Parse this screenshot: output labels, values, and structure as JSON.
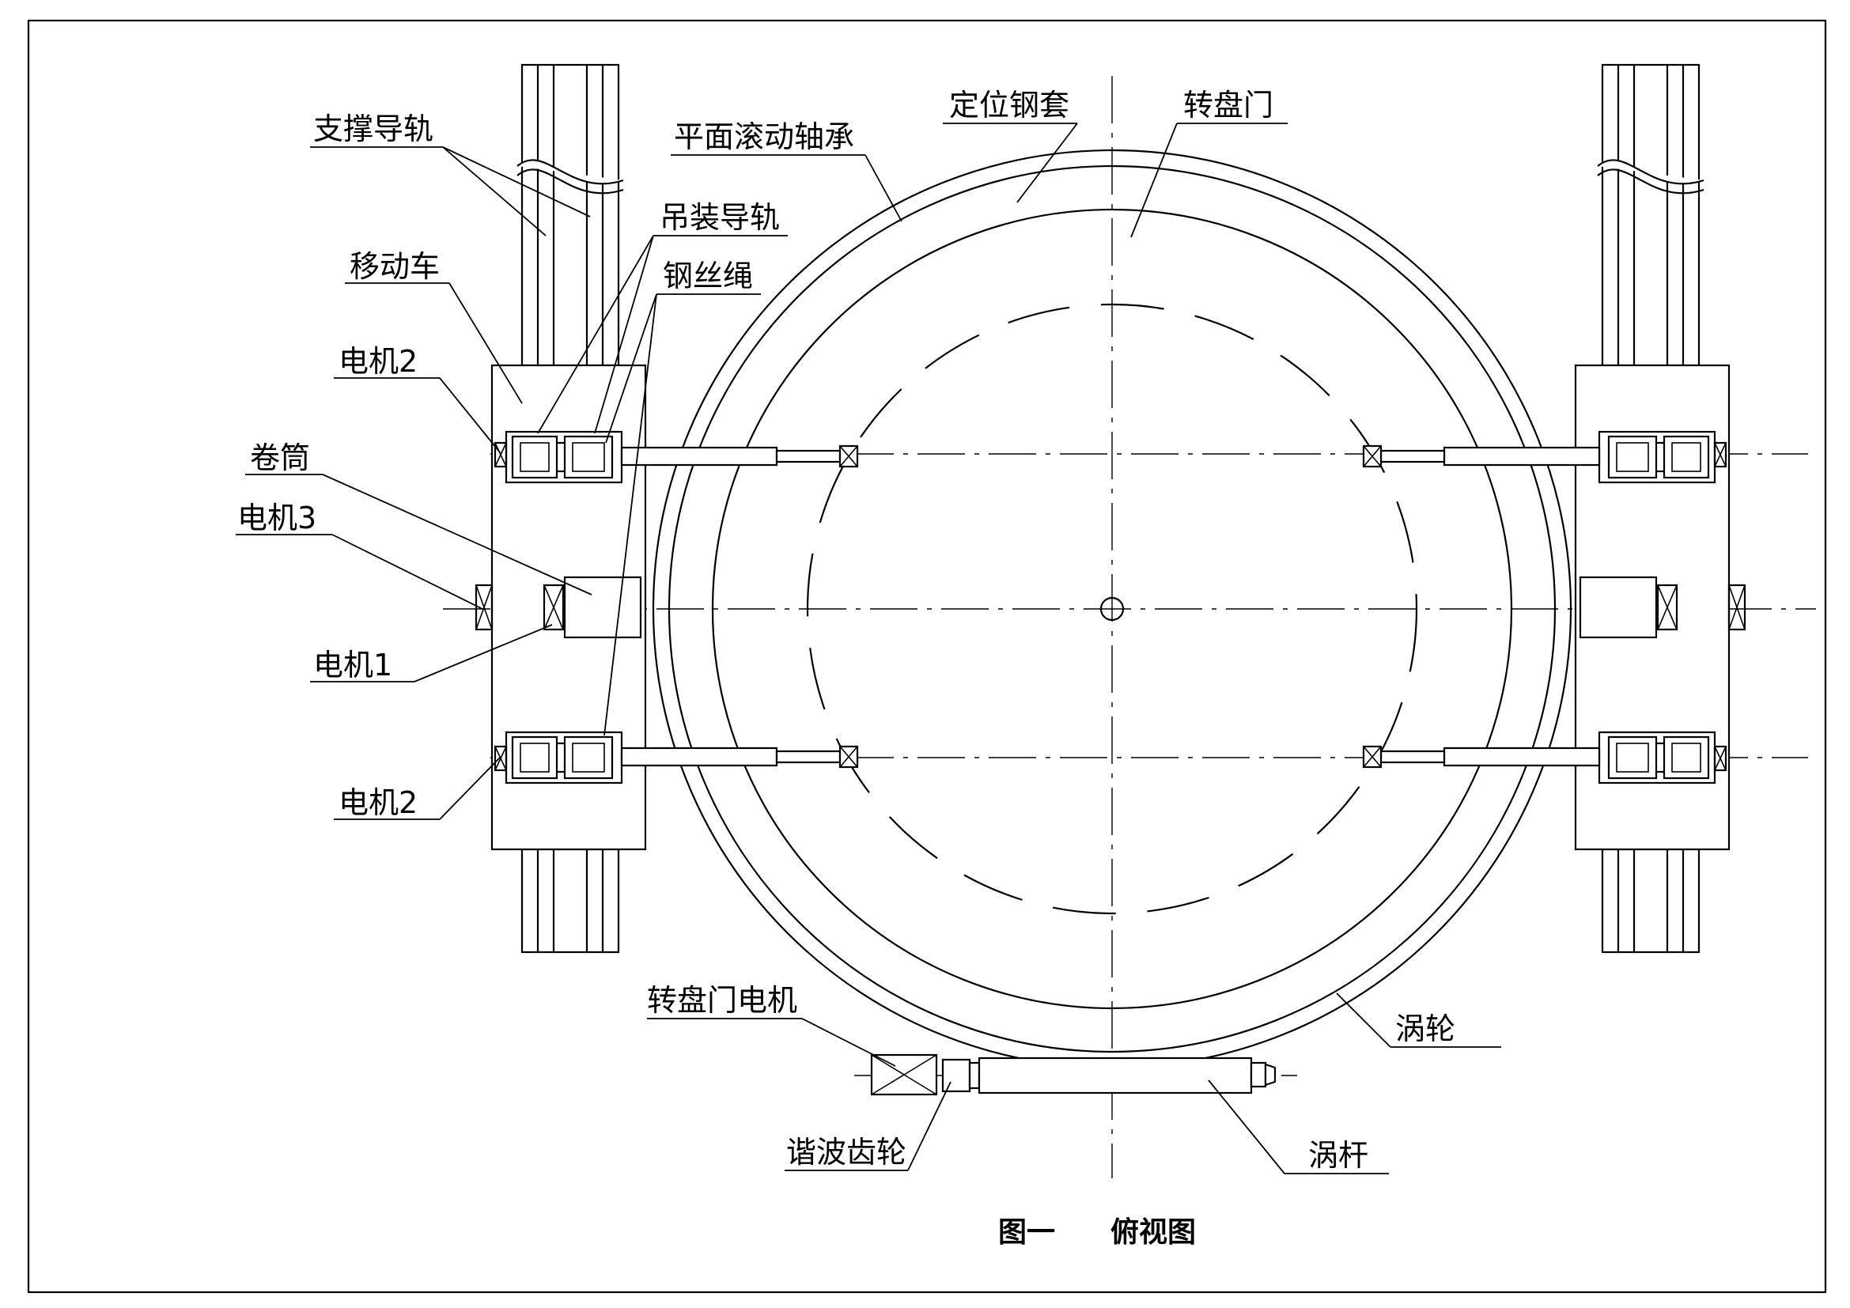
{
  "labels": {
    "support_rail": "支撑导轨",
    "moving_cart": "移动车",
    "motor2_top": "电机2",
    "drum": "卷筒",
    "motor3": "电机3",
    "motor1": "电机1",
    "motor2_bottom": "电机2",
    "hoist_rail": "吊装导轨",
    "wire_rope": "钢丝绳",
    "plane_bearing": "平面滚动轴承",
    "steel_sleeve": "定位钢套",
    "turntable_door": "转盘门",
    "worm_wheel": "涡轮",
    "door_motor": "转盘门电机",
    "harmonic_gear": "谐波齿轮",
    "worm": "涡杆"
  },
  "caption": {
    "figure_no": "图一",
    "view_name": "俯视图"
  }
}
